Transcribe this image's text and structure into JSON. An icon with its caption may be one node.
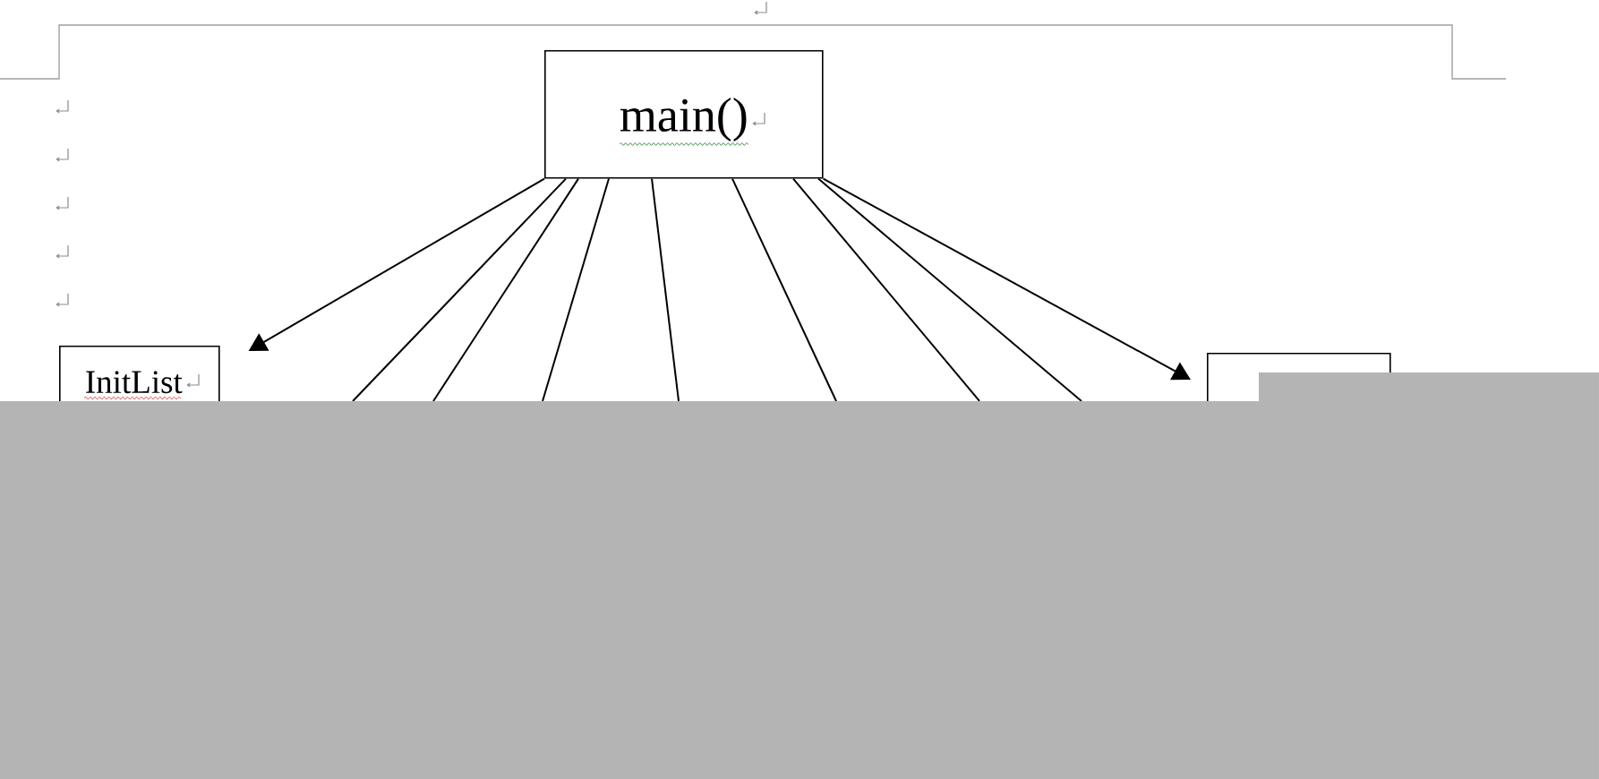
{
  "diagram": {
    "nodes": [
      {
        "text": [
          "main()"
        ]
      },
      {
        "text": [
          "InitList"
        ]
      },
      {
        "text": [],
        "shape": "box"
      }
    ],
    "edges": [
      {
        "from": 0,
        "to": 1,
        "arrow": "to"
      },
      {
        "from": 0,
        "to": null,
        "arrow": "none"
      },
      {
        "from": 0,
        "to": null,
        "arrow": "none"
      },
      {
        "from": 0,
        "to": null,
        "arrow": "none"
      },
      {
        "from": 0,
        "to": null,
        "arrow": "none"
      },
      {
        "from": 0,
        "to": null,
        "arrow": "none"
      },
      {
        "from": 0,
        "to": null,
        "arrow": "none"
      },
      {
        "from": 0,
        "to": null,
        "arrow": "none"
      },
      {
        "from": 0,
        "to": 2,
        "arrow": "to"
      }
    ]
  }
}
